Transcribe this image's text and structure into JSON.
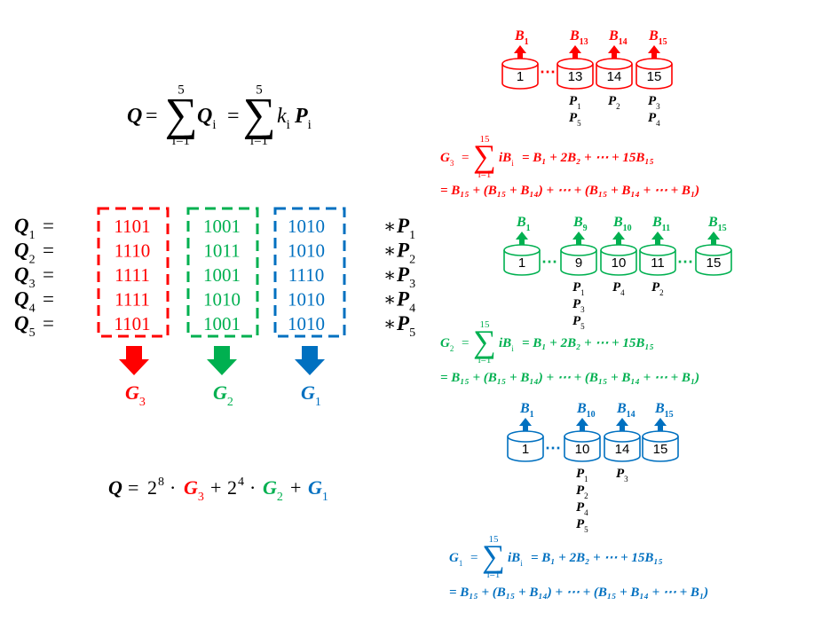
{
  "colors": {
    "red": "#ff0000",
    "green": "#00b050",
    "blue": "#0070c0",
    "black": "#000000",
    "dark_red": "#e00000"
  },
  "main_formula": {
    "lhs": "Q",
    "eq": "=",
    "sum_top": "5",
    "sum_bottom": "i=1",
    "term1_sym": "Q",
    "term1_sub": "i",
    "term2_k": "k",
    "term2_k_sub": "i",
    "term2_p": "P",
    "term2_p_sub": "i"
  },
  "q_rows": [
    {
      "label": "Q",
      "sub": "1",
      "eq": "=",
      "g3": "1101",
      "g2": "1001",
      "g1": "1010",
      "op": "∗",
      "p": "P",
      "p_sub": "1"
    },
    {
      "label": "Q",
      "sub": "2",
      "eq": "=",
      "g3": "1110",
      "g2": "1011",
      "g1": "1010",
      "op": "∗",
      "p": "P",
      "p_sub": "2"
    },
    {
      "label": "Q",
      "sub": "3",
      "eq": "=",
      "g3": "1111",
      "g2": "1001",
      "g1": "1110",
      "op": "∗",
      "p": "P",
      "p_sub": "3"
    },
    {
      "label": "Q",
      "sub": "4",
      "eq": "=",
      "g3": "1111",
      "g2": "1010",
      "g1": "1010",
      "op": "∗",
      "p": "P",
      "p_sub": "4"
    },
    {
      "label": "Q",
      "sub": "5",
      "eq": "=",
      "g3": "1101",
      "g2": "1001",
      "g1": "1010",
      "op": "∗",
      "p": "P",
      "p_sub": "5"
    }
  ],
  "group_labels": [
    {
      "name": "G",
      "sub": "3",
      "color": "red"
    },
    {
      "name": "G",
      "sub": "2",
      "color": "green"
    },
    {
      "name": "G",
      "sub": "1",
      "color": "blue"
    }
  ],
  "combine_formula": {
    "lhs": "Q",
    "eq": "=",
    "base1": "2",
    "exp1": "8",
    "dot": "·",
    "g1": "G",
    "g1_sub": "3",
    "plus": "+",
    "base2": "2",
    "exp2": "4",
    "g2": "G",
    "g2_sub": "2",
    "g3": "G",
    "g3_sub": "1"
  },
  "bucket_groups": [
    {
      "color": "red",
      "buckets": [
        {
          "label": "1",
          "b_sub": "1",
          "ps": []
        },
        {
          "label": "13",
          "b_sub": "13",
          "ps": [
            "1",
            "5"
          ]
        },
        {
          "label": "14",
          "b_sub": "14",
          "ps": [
            "2"
          ]
        },
        {
          "label": "15",
          "b_sub": "15",
          "ps": [
            "3",
            "4"
          ]
        }
      ],
      "ellipsis": "⋯",
      "sum_line": {
        "lhs": "G",
        "lhs_sub": "3",
        "sum_top": "15",
        "sum_bottom": "i=1",
        "body": "iB",
        "body_sub": "i",
        "rhs": "= B₁ + 2B₂ + ⋯ + 15B₁₅"
      },
      "expand_line": "= B₁₅ + (B₁₅ + B₁₄) + ⋯ + (B₁₅ + B₁₄ + ⋯ + B₁)"
    },
    {
      "color": "green",
      "buckets": [
        {
          "label": "1",
          "b_sub": "1",
          "ps": []
        },
        {
          "label": "9",
          "b_sub": "9",
          "ps": [
            "1",
            "3",
            "5"
          ]
        },
        {
          "label": "10",
          "b_sub": "10",
          "ps": [
            "4"
          ]
        },
        {
          "label": "11",
          "b_sub": "11",
          "ps": [
            "2"
          ]
        },
        {
          "label": "15",
          "b_sub": "15",
          "ps": []
        }
      ],
      "ellipsis": "⋯",
      "sum_line": {
        "lhs": "G",
        "lhs_sub": "2",
        "sum_top": "15",
        "sum_bottom": "i=1",
        "body": "iB",
        "body_sub": "i",
        "rhs": "= B₁ + 2B₂ + ⋯ + 15B₁₅"
      },
      "expand_line": "= B₁₅ + (B₁₅ + B₁₄) + ⋯ + (B₁₅ + B₁₄ + ⋯ + B₁)"
    },
    {
      "color": "blue",
      "buckets": [
        {
          "label": "1",
          "b_sub": "1",
          "ps": []
        },
        {
          "label": "10",
          "b_sub": "10",
          "ps": [
            "1",
            "2",
            "4",
            "5"
          ]
        },
        {
          "label": "14",
          "b_sub": "14",
          "ps": [
            "3"
          ]
        },
        {
          "label": "15",
          "b_sub": "15",
          "ps": []
        }
      ],
      "ellipsis": "⋯",
      "sum_line": {
        "lhs": "G",
        "lhs_sub": "1",
        "sum_top": "15",
        "sum_bottom": "i=1",
        "body": "iB",
        "body_sub": "i",
        "rhs": "= B₁ + 2B₂ + ⋯ + 15B₁₅"
      },
      "expand_line": "= B₁₅ + (B₁₅ + B₁₄) + ⋯ + (B₁₅ + B₁₄ + ⋯ + B₁)"
    }
  ],
  "bucket_prefix": "B",
  "p_prefix": "P"
}
